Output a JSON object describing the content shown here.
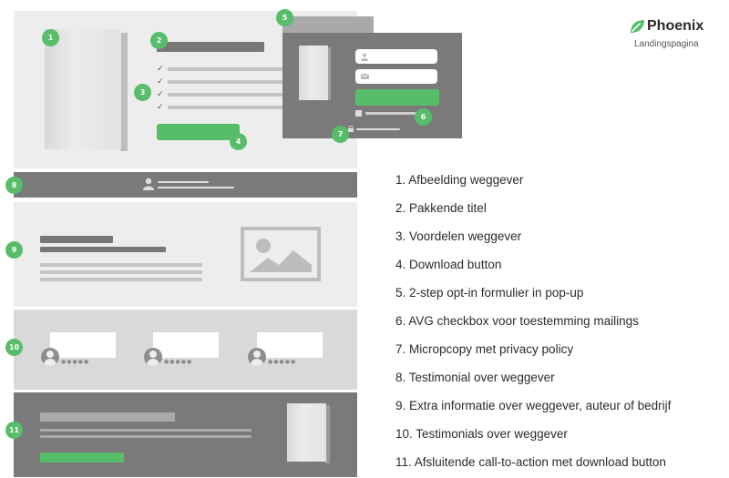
{
  "brand": {
    "name": "Phoenix",
    "subtitle": "Landingspagina",
    "accent_color": "#58bd6a",
    "logo_icon": "phoenix-leaf-icon"
  },
  "badges": [
    "1",
    "2",
    "3",
    "4",
    "5",
    "6",
    "7",
    "8",
    "9",
    "10",
    "11"
  ],
  "legend": [
    "1. Afbeelding weggever",
    "2. Pakkende titel",
    "3. Voordelen weggever",
    "4. Download button",
    "5. 2-step opt-in formulier in pop-up",
    "6. AVG checkbox voor toestemming mailings",
    "7. Micropcopy met privacy policy",
    "8. Testimonial over weggever",
    "9. Extra informatie over weggever, auteur of bedrijf",
    "10.  Testimonials over weggever",
    "11. Afsluitende call-to-action met download button"
  ],
  "icons": {
    "check": "check-icon",
    "user": "user-icon",
    "mail": "mail-icon",
    "lock": "lock-icon",
    "image": "image-placeholder-icon",
    "checkbox": "checkbox-icon"
  },
  "rating_glyphs": "●●●●●",
  "check_glyph": "✓"
}
